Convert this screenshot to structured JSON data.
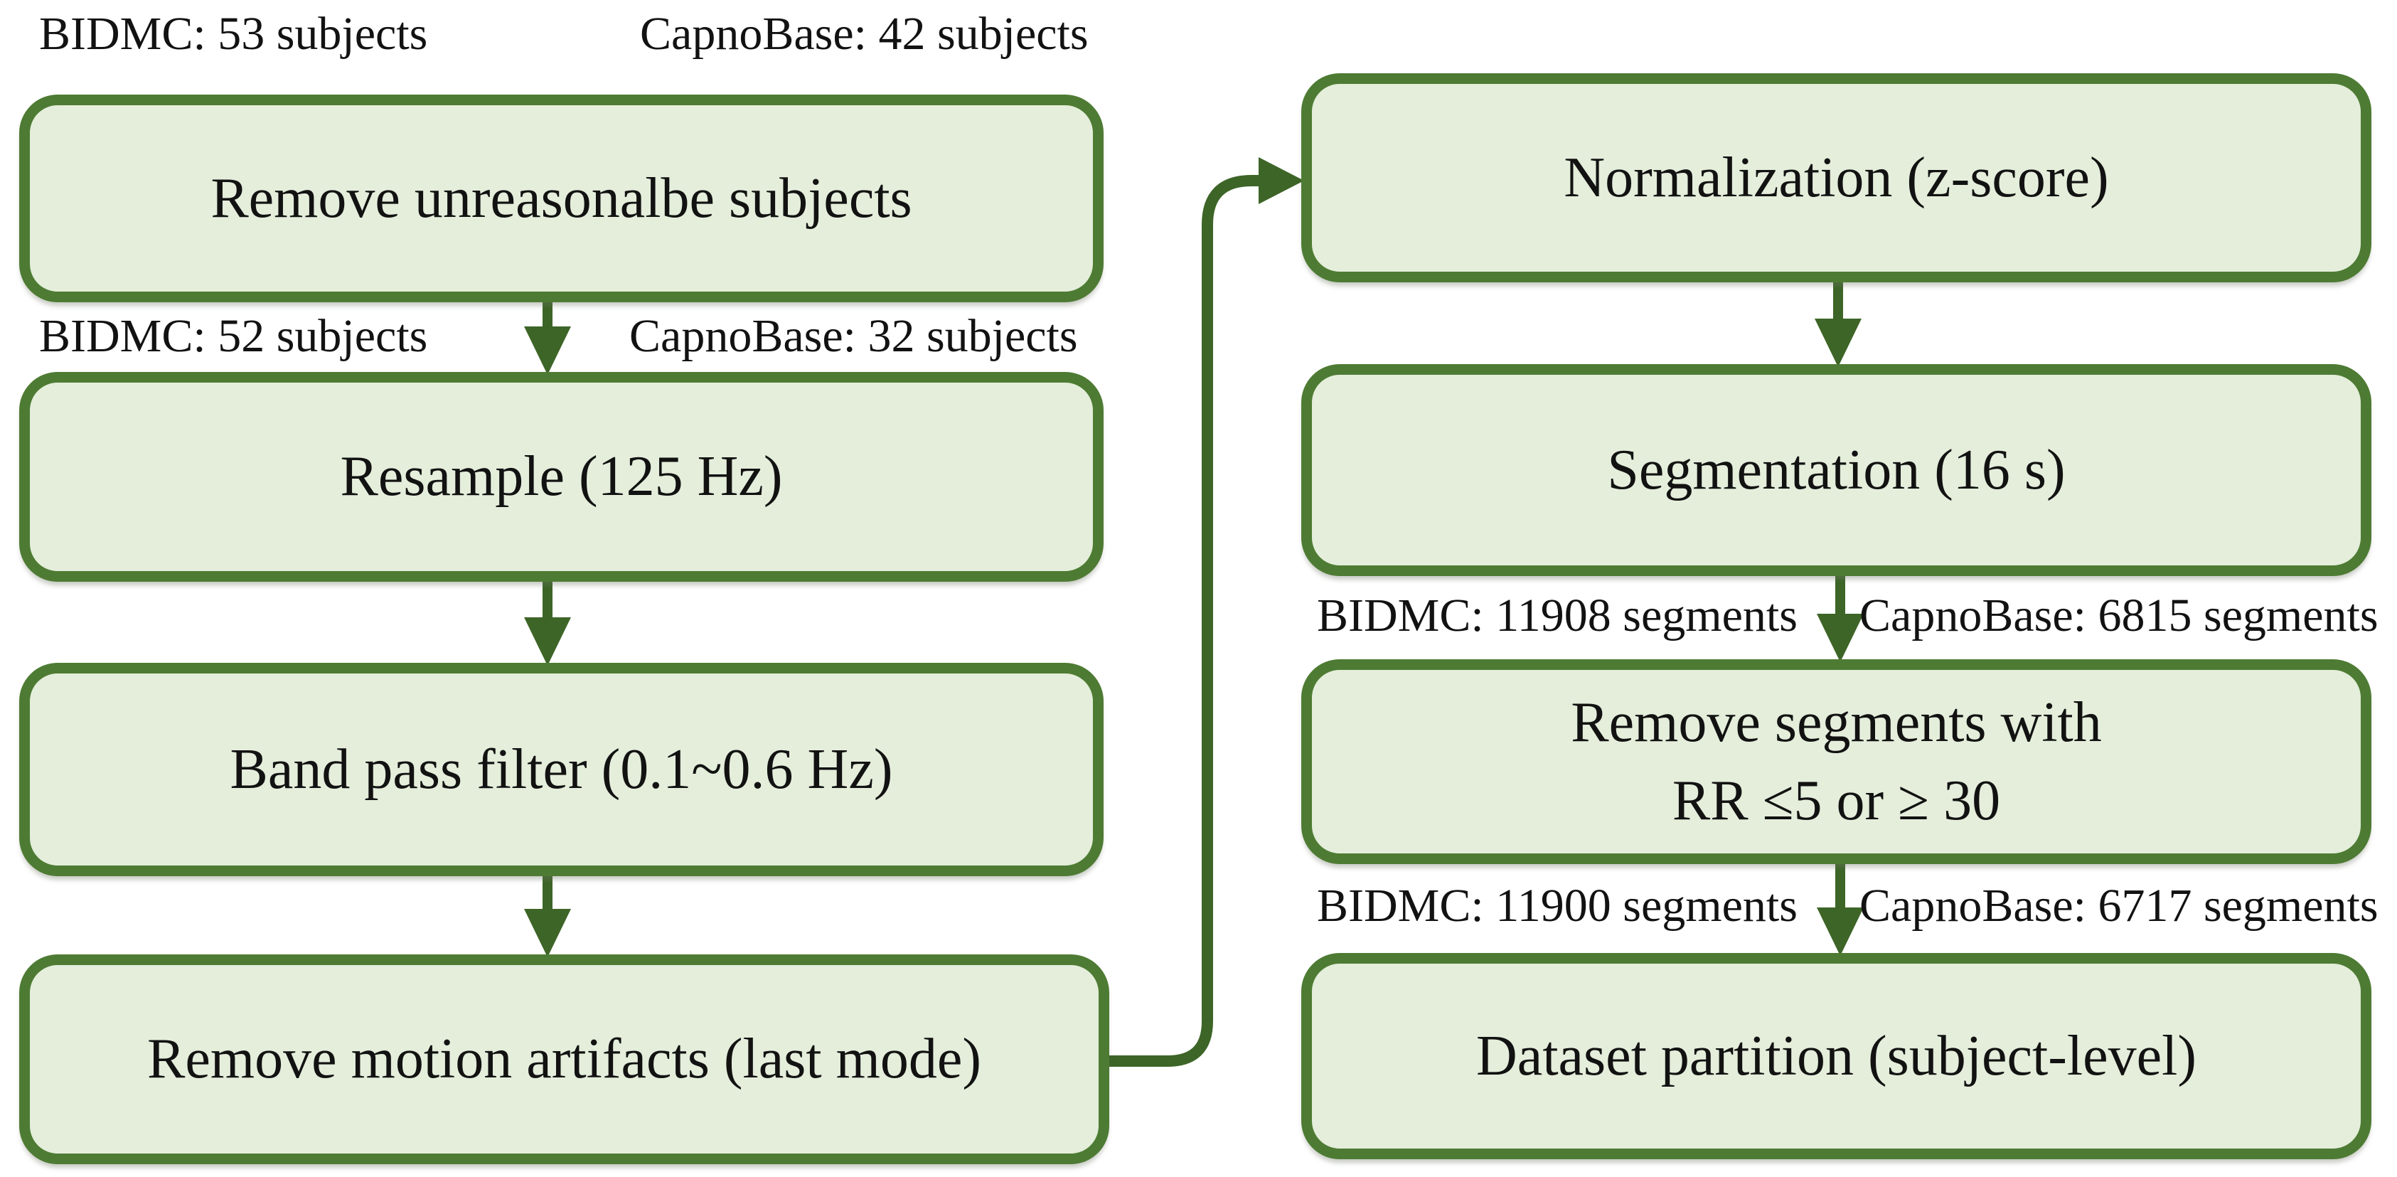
{
  "colors": {
    "background": "#ffffff",
    "box_fill": "#e4eedb",
    "box_border": "#4e7b33",
    "arrow": "#3d6527",
    "text": "#121212"
  },
  "left": {
    "labels_top": [
      "BIDMC: 53 subjects",
      "CapnoBase: 42 subjects"
    ],
    "box_remove_subjects": "Remove unreasonalbe subjects",
    "labels_after_remove": [
      "BIDMC: 52 subjects",
      "CapnoBase: 32 subjects"
    ],
    "box_resample": "Resample (125 Hz)",
    "box_bandpass": "Band pass filter (0.1~0.6 Hz)",
    "box_motion": "Remove motion artifacts (last mode)"
  },
  "right": {
    "box_normalization": "Normalization (z-score)",
    "box_segmentation": "Segmentation (16 s)",
    "labels_after_segmentation": [
      "BIDMC: 11908 segments",
      "CapnoBase: 6815 segments"
    ],
    "box_remove_segments_line1": "Remove segments with",
    "box_remove_segments_line2": "RR ≤5 or ≥ 30",
    "labels_after_remove_segments": [
      "BIDMC: 11900 segments",
      "CapnoBase: 6717 segments"
    ],
    "box_partition": "Dataset partition (subject-level)"
  }
}
